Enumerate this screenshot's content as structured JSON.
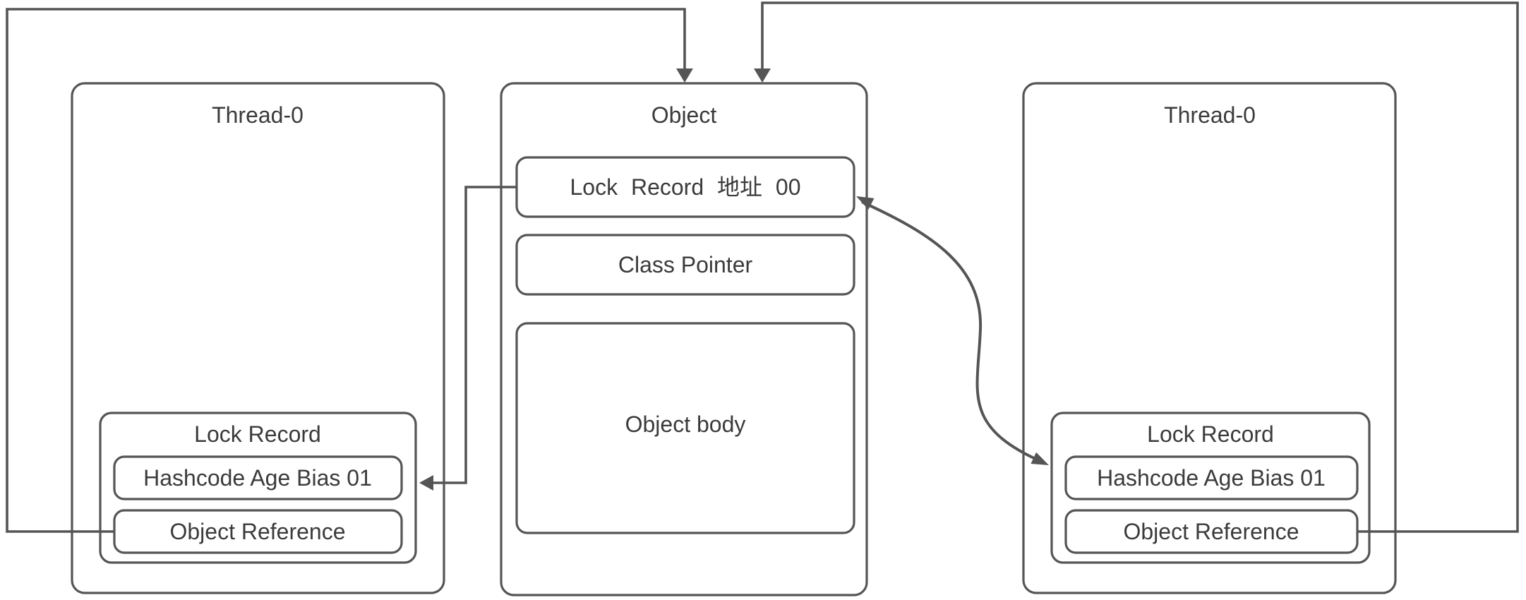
{
  "colors": {
    "line": "#555555",
    "text": "#3b3b3b",
    "background": "#ffffff"
  },
  "object_box": {
    "title": "Object",
    "rows": {
      "mark_word": "Lock Record 地址 00",
      "class_pointer": "Class Pointer",
      "body": "Object body"
    }
  },
  "left_thread": {
    "title": "Thread-0",
    "lock_record": {
      "label": "Lock Record",
      "rows": {
        "displaced_header": "Hashcode Age Bias 01",
        "object_reference": "Object Reference"
      }
    }
  },
  "right_thread": {
    "title": "Thread-0",
    "lock_record": {
      "label": "Lock Record",
      "rows": {
        "displaced_header": "Hashcode Age Bias 01",
        "object_reference": "Object Reference"
      }
    }
  },
  "connectors": [
    {
      "id": "left-object-reference-to-object",
      "from": "left thread Object Reference",
      "to": "Object box top",
      "shape": "right-angle polyline, arrowhead pointing down into Object"
    },
    {
      "id": "right-object-reference-to-object",
      "from": "right thread Object Reference",
      "to": "Object box top",
      "shape": "right-angle polyline, arrowhead pointing down into Object"
    },
    {
      "id": "mark-word-to-left-lock-record",
      "from": "Object mark word (Lock Record 地址 00)",
      "to": "left thread Lock Record / Hashcode Age Bias 01 row",
      "shape": "right-angle polyline, arrowhead pointing left into Lock Record"
    },
    {
      "id": "mark-word-right-lock-record-curve",
      "from": "Object mark word (Lock Record 地址 00)",
      "to": "right thread Lock Record / Hashcode Age Bias 01 row",
      "shape": "S-curve with arrowheads on both ends"
    }
  ]
}
